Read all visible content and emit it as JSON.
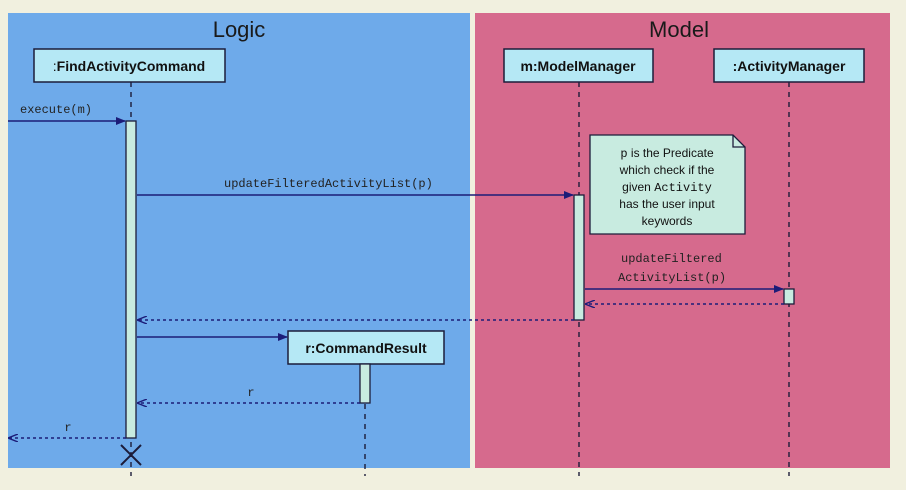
{
  "lanes": {
    "logic": "Logic",
    "model": "Model"
  },
  "participants": {
    "find": {
      "prefix": ":",
      "name": "FindActivityCommand"
    },
    "model_manager": "m:ModelManager",
    "activity_manager": ":ActivityManager",
    "command_result": "r:CommandResult"
  },
  "messages": {
    "execute": "execute(m)",
    "update_filtered": "updateFilteredActivityList(p)",
    "update_filtered_line1": "updateFiltered",
    "update_filtered_line2": "ActivityList(p)",
    "return_r_result": "r",
    "return_r_final": "r"
  },
  "note": {
    "line1_mono": "p",
    "line1_rest": " is the Predicate",
    "line2": "which check if the",
    "line3_pre": "given ",
    "line3_mono": "Activity",
    "line4": "has the user input",
    "line5": "keywords"
  },
  "colors": {
    "logic_lane": "#6eaaea",
    "model_lane": "#d66a8d",
    "participant_box": "#b5e8f5",
    "activation": "#c8ebe0",
    "note": "#c8ebe0",
    "arrow": "#1c1c78"
  }
}
